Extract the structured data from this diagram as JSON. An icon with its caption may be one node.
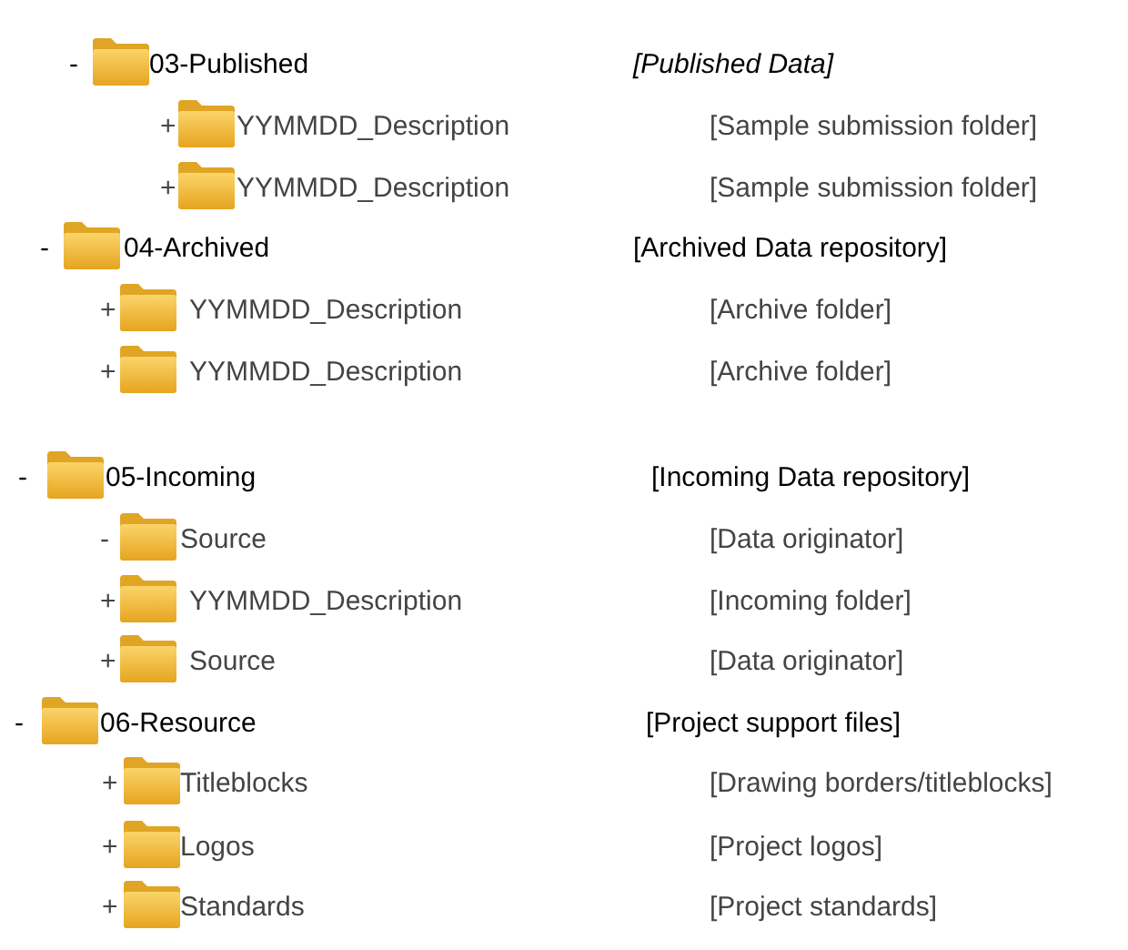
{
  "diagram": {
    "labels": [
      "-",
      "03-Published",
      "[Published Data]",
      "+",
      "YYMMDD_Description",
      "[Sample submission folder]",
      "+",
      "YYMMDD_Description",
      "[Sample submission folder]",
      "-",
      "04-Archived",
      "[Archived Data repository]",
      "+",
      "YYMMDD_Description",
      "[Archive folder]",
      "+",
      "YYMMDD_Description",
      "[Archive folder]",
      "-",
      "05-Incoming",
      "[Incoming Data repository]",
      "-",
      "Source",
      "[Data originator]",
      "+",
      "YYMMDD_Description",
      "[Incoming folder]",
      "+",
      "Source",
      "[Data originator]",
      "-",
      "06-Resource",
      "[Project support files]",
      "+",
      "Titleblocks",
      "[Drawing borders/titleblocks]",
      "+",
      "Logos",
      "[Project logos]",
      "+",
      "Standards",
      "[Project standards]"
    ]
  }
}
